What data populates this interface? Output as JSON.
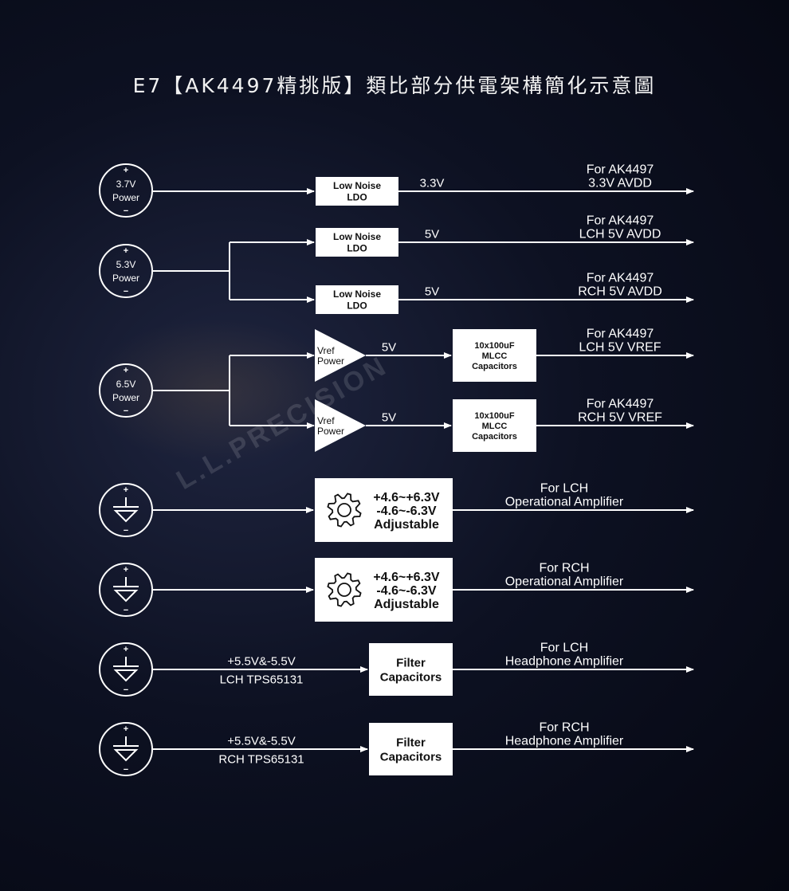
{
  "title": "E7【AK4497精挑版】類比部分供電架構簡化示意圖",
  "colors": {
    "line": "#ffffff",
    "box_text": "#111111",
    "background": "#0d1122"
  },
  "watermark": "L.L.PRECISION",
  "rows": [
    {
      "source": {
        "kind": "circle",
        "lines": [
          "3.7V",
          "Power"
        ]
      },
      "branches": [
        {
          "blocks": [
            {
              "kind": "box",
              "lines": [
                "Low Noise",
                "LDO"
              ]
            }
          ],
          "mid_label": "3.3V",
          "output": [
            "For AK4497",
            "3.3V AVDD"
          ]
        }
      ]
    },
    {
      "source": {
        "kind": "circle",
        "lines": [
          "5.3V",
          "Power"
        ]
      },
      "branches": [
        {
          "blocks": [
            {
              "kind": "box",
              "lines": [
                "Low Noise",
                "LDO"
              ]
            }
          ],
          "mid_label": "5V",
          "output": [
            "For AK4497",
            "LCH 5V AVDD"
          ]
        },
        {
          "blocks": [
            {
              "kind": "box",
              "lines": [
                "Low Noise",
                "LDO"
              ]
            }
          ],
          "mid_label": "5V",
          "output": [
            "For AK4497",
            "RCH 5V AVDD"
          ]
        }
      ]
    },
    {
      "source": {
        "kind": "circle",
        "lines": [
          "6.5V",
          "Power"
        ]
      },
      "branches": [
        {
          "blocks": [
            {
              "kind": "triangle",
              "lines": [
                "Vref",
                "Power"
              ]
            },
            {
              "kind": "box",
              "lines": [
                "10x100uF",
                "MLCC",
                "Capacitors"
              ]
            }
          ],
          "mid_label": "5V",
          "output": [
            "For AK4497",
            "LCH 5V VREF"
          ]
        },
        {
          "blocks": [
            {
              "kind": "triangle",
              "lines": [
                "Vref",
                "Power"
              ]
            },
            {
              "kind": "box",
              "lines": [
                "10x100uF",
                "MLCC",
                "Capacitors"
              ]
            }
          ],
          "mid_label": "5V",
          "output": [
            "For AK4497",
            "RCH 5V VREF"
          ]
        }
      ]
    },
    {
      "source": {
        "kind": "ground",
        "lines": []
      },
      "branches": [
        {
          "blocks": [
            {
              "kind": "gearbox",
              "lines": [
                "+4.6~+6.3V",
                "-4.6~-6.3V",
                "Adjustable"
              ]
            }
          ],
          "mid_label": "",
          "output": [
            "For LCH",
            "Operational Amplifier"
          ]
        }
      ]
    },
    {
      "source": {
        "kind": "ground",
        "lines": []
      },
      "branches": [
        {
          "blocks": [
            {
              "kind": "gearbox",
              "lines": [
                "+4.6~+6.3V",
                "-4.6~-6.3V",
                "Adjustable"
              ]
            }
          ],
          "mid_label": "",
          "output": [
            "For RCH",
            "Operational Amplifier"
          ]
        }
      ]
    },
    {
      "source": {
        "kind": "ground",
        "lines": []
      },
      "branches": [
        {
          "blocks": [
            {
              "kind": "box",
              "lines": [
                "Filter",
                "Capacitors"
              ]
            }
          ],
          "wire_label": [
            "+5.5V&-5.5V",
            "LCH TPS65131"
          ],
          "mid_label": "",
          "output": [
            "For LCH",
            "Headphone Amplifier"
          ]
        }
      ]
    },
    {
      "source": {
        "kind": "ground",
        "lines": []
      },
      "branches": [
        {
          "blocks": [
            {
              "kind": "box",
              "lines": [
                "Filter",
                "Capacitors"
              ]
            }
          ],
          "wire_label": [
            "+5.5V&-5.5V",
            "RCH TPS65131"
          ],
          "mid_label": "",
          "output": [
            "For RCH",
            "Headphone Amplifier"
          ]
        }
      ]
    }
  ]
}
